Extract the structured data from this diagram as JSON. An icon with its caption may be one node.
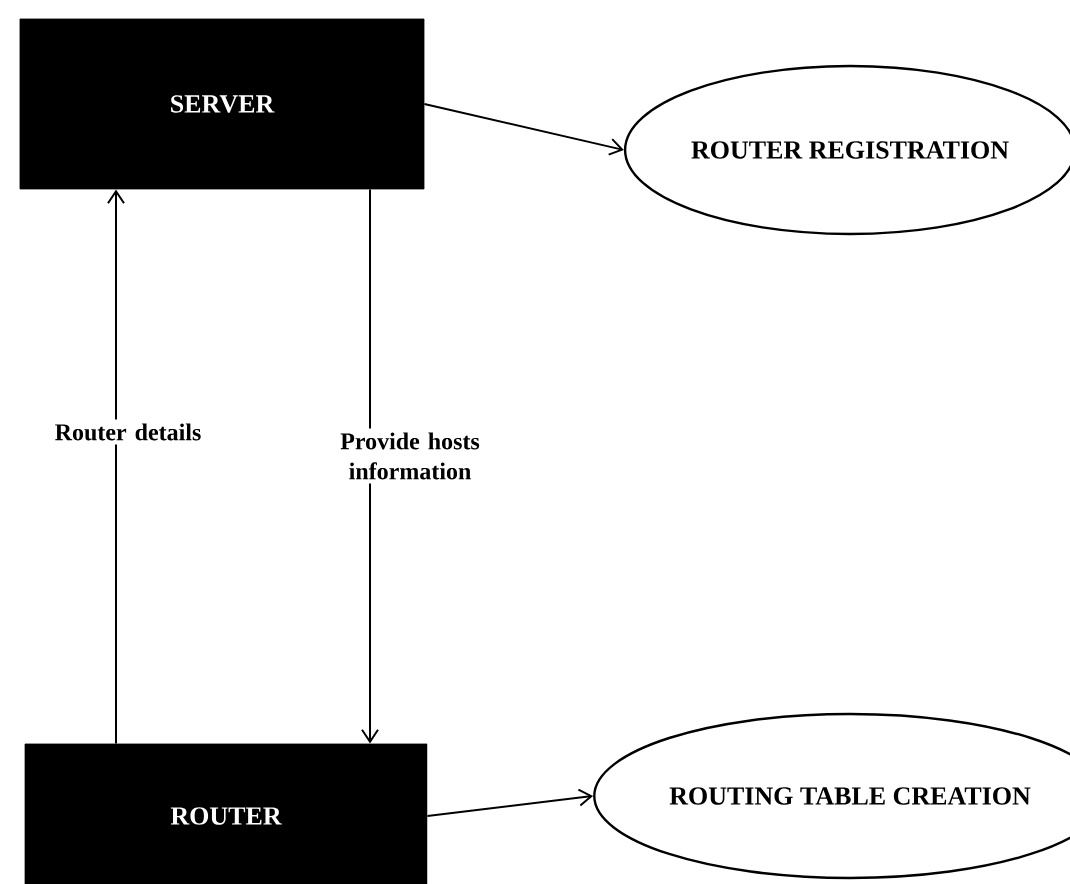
{
  "diagram": {
    "nodes": [
      {
        "text": [
          "SERVER"
        ]
      },
      {
        "text": [
          "ROUTER REGISTRATION"
        ]
      },
      {
        "text": [
          "ROUTER"
        ]
      },
      {
        "text": [
          "ROUTING TABLE CREATION"
        ]
      }
    ],
    "edges": [
      {
        "from": 0,
        "to": 1,
        "arrow": "to"
      },
      {
        "from": 2,
        "to": 0,
        "arrow": "to",
        "label": "Router details"
      },
      {
        "from": 0,
        "to": 2,
        "arrow": "to",
        "label": "Provide hosts information"
      },
      {
        "from": 2,
        "to": 3,
        "arrow": "to"
      }
    ]
  }
}
